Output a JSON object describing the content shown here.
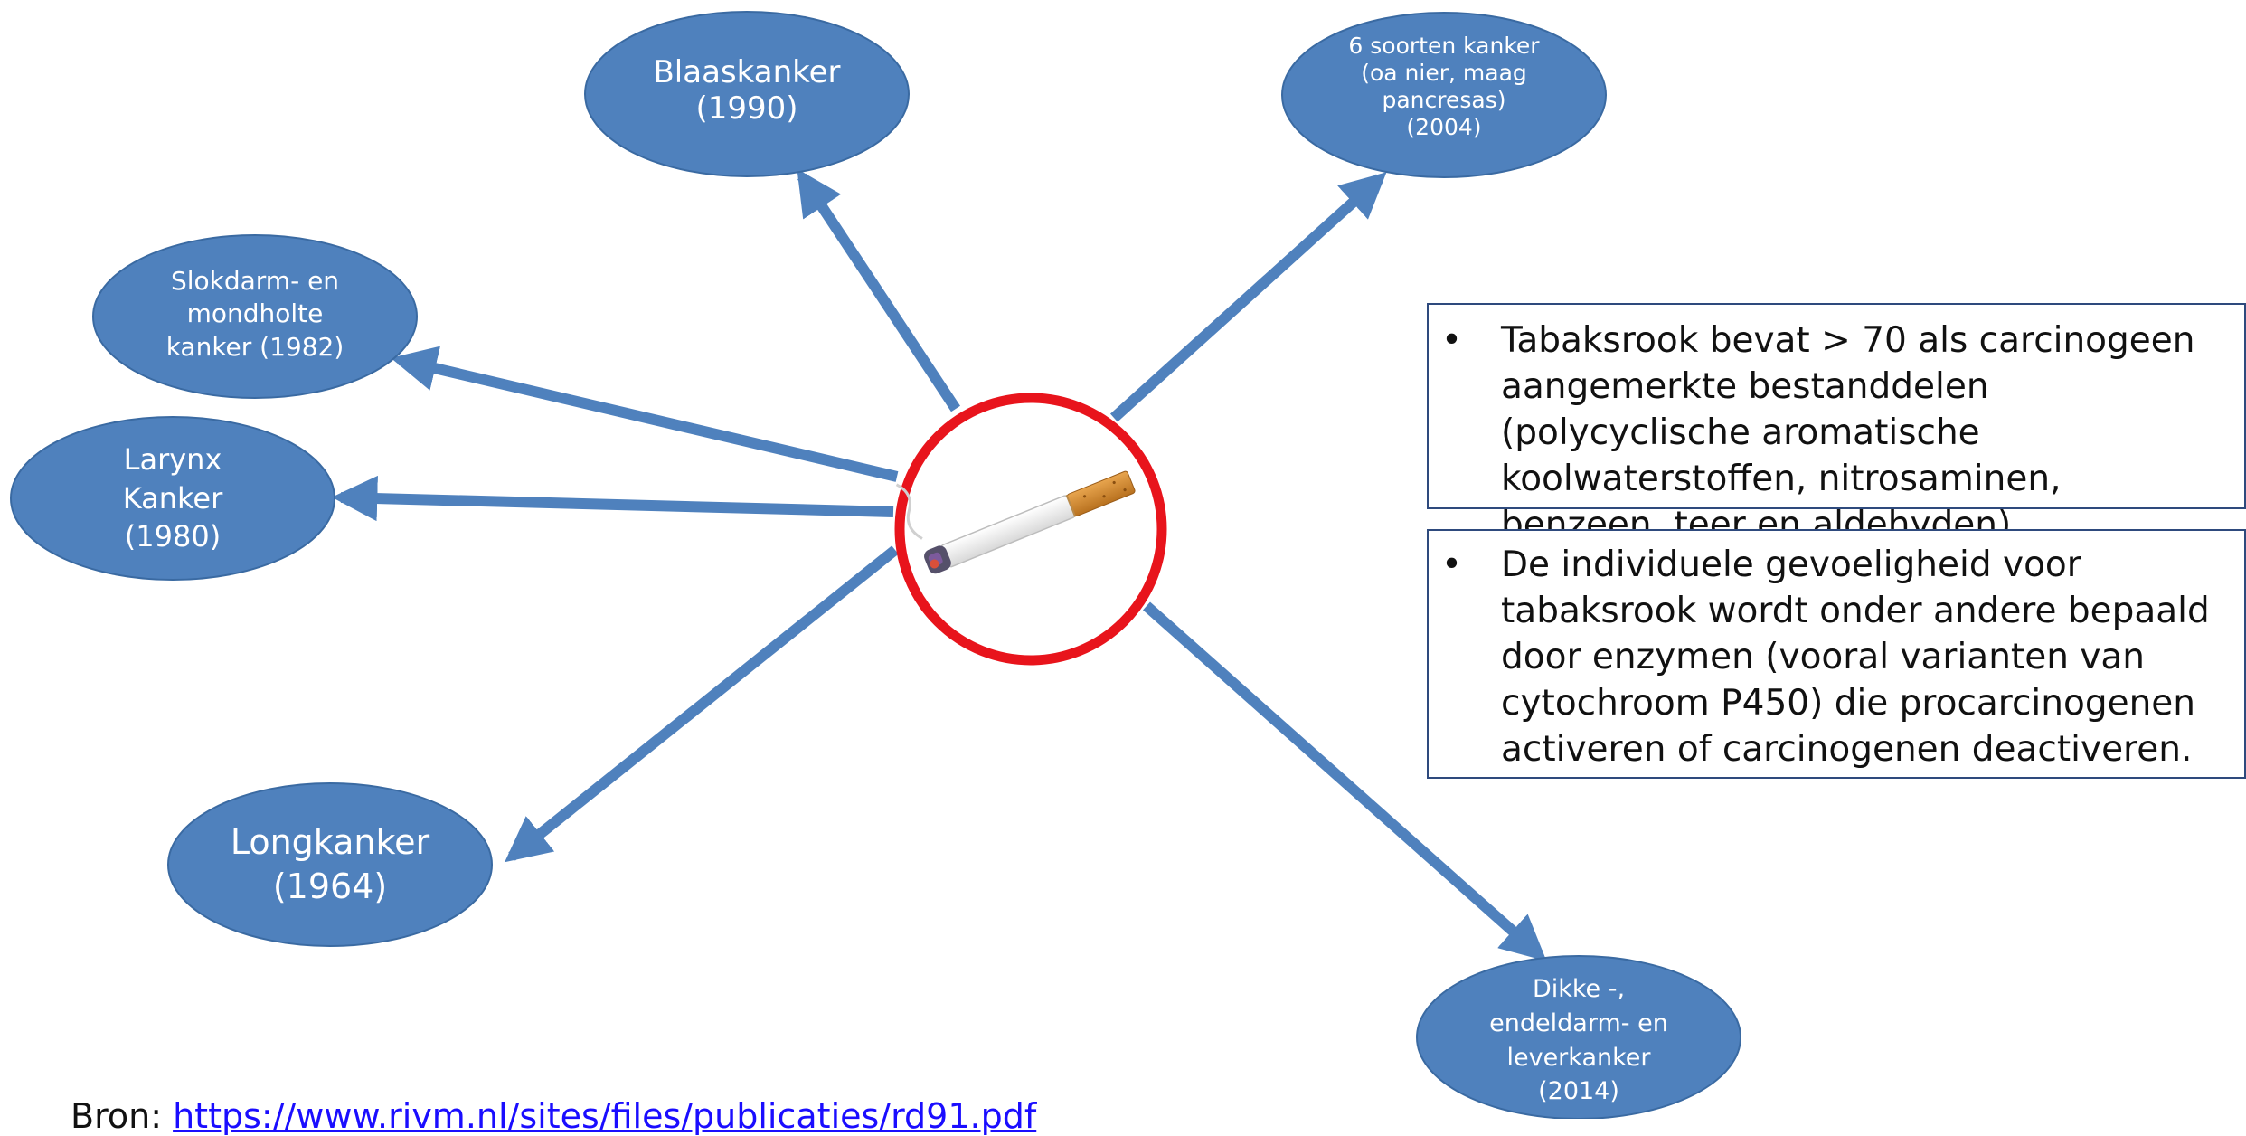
{
  "center": {
    "icon": "cigarette-icon"
  },
  "nodes": [
    {
      "id": "blaaskanker",
      "lines": [
        "Blaaskanker",
        "(1990)"
      ]
    },
    {
      "id": "six-types",
      "lines": [
        "6 soorten kanker",
        "(oa nier, maag",
        "pancresas)",
        "(2004)"
      ]
    },
    {
      "id": "slokdarm",
      "lines": [
        "Slokdarm- en",
        "mondholte",
        "kanker (1982)"
      ]
    },
    {
      "id": "larynx",
      "lines": [
        "Larynx",
        "Kanker",
        "(1980)"
      ]
    },
    {
      "id": "longkanker",
      "lines": [
        "Longkanker",
        "(1964)"
      ]
    },
    {
      "id": "dikke",
      "lines": [
        "Dikke -,",
        "endeldarm- en",
        "leverkanker",
        "(2014)"
      ]
    }
  ],
  "info_boxes": [
    {
      "text": "Tabaksrook bevat > 70 als carcinogeen aangemerkte bestanddelen (polycyclische aromatische koolwaterstoffen, nitrosaminen, benzeen, teer en aldehyden)"
    },
    {
      "text": "De individuele gevoeligheid voor tabaksrook wordt onder andere bepaald door enzymen (vooral varianten van cytochroom P450) die procarcinogenen activeren of carcinogenen deactiveren."
    }
  ],
  "source": {
    "prefix": "Bron:",
    "link": "https://www.rivm.nl/sites/files/publicaties/rd91.pdf"
  },
  "colors": {
    "node": "#4f81bd",
    "node_border": "#3a6aa2",
    "arrow": "#4f81bd",
    "ring": "#e8141c"
  }
}
